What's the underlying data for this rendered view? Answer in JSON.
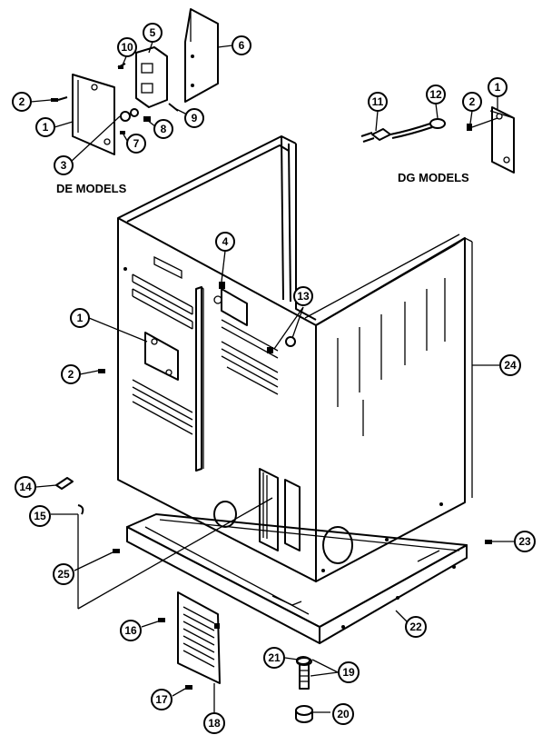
{
  "labels": {
    "de_models": "DE MODELS",
    "dg_models": "DG MODELS"
  },
  "callouts": [
    "10",
    "5",
    "6",
    "2",
    "1",
    "3",
    "7",
    "8",
    "9",
    "11",
    "12",
    "2",
    "1",
    "4",
    "13",
    "1",
    "2",
    "24",
    "14",
    "15",
    "25",
    "23",
    "16",
    "22",
    "21",
    "19",
    "17",
    "18",
    "20"
  ]
}
